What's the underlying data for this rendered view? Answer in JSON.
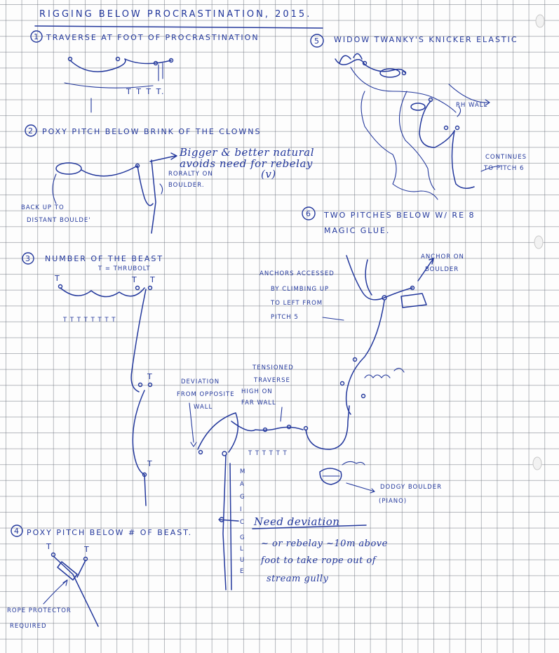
{
  "title": "RIGGING BELOW PROCRASTINATION, 2015.",
  "sections": [
    {
      "num": "1",
      "title": "TRAVERSE AT FOOT OF PROCRASTINATION",
      "marks": "T T T T."
    },
    {
      "num": "2",
      "title": "POXY PITCH BELOW BRINK OF THE CLOWNS",
      "note1": "Bigger & better natural",
      "note2": "avoids need for rebelay",
      "note3": "(v)",
      "annot_a": "RORALTY ON",
      "annot_b": "BOULDER.",
      "annot_c": "BACK UP TO",
      "annot_d": "DISTANT BOULDE'"
    },
    {
      "num": "3",
      "title": "NUMBER OF THE BEAST",
      "legend": "T = THRUBOLT",
      "t_label": "T",
      "marks": "T T T T T T T T",
      "anchors_1": "ANCHORS ACCESSED",
      "anchors_2": "BY CLIMBING UP",
      "anchors_3": "TO LEFT FROM",
      "anchors_4": "PITCH 5",
      "anchor_boulder_1": "ANCHOR ON",
      "anchor_boulder_2": "BOULDER",
      "dev_1": "DEVIATION",
      "dev_2": "FROM OPPOSITE",
      "dev_3": "WALL",
      "tens_1": "TENSIONED",
      "tens_2": "TRAVERSE",
      "tens_3": "HIGH ON",
      "tens_4": "FAR WALL",
      "traverse_marks": "T T T T T T",
      "vertical": [
        "M",
        "A",
        "G",
        "I",
        "C"
      ],
      "dodgy_1": "DODGY BOULDER",
      "dodgy_2": "(PIANO)",
      "need": "Need deviation",
      "need_2": "~ or rebelay ~10m above",
      "need_3": "foot to take rope out of",
      "need_4": "stream gully",
      "lower_vertical": [
        "G",
        "L",
        "U",
        "E"
      ]
    },
    {
      "num": "4",
      "title": "POXY PITCH BELOW # OF BEAST.",
      "rope_1": "ROPE PROTECTOR",
      "rope_2": "REQUIRED"
    },
    {
      "num": "5",
      "title": "WIDOW TWANKY'S KNICKER ELASTIC",
      "rh": "RH WALL",
      "cont_1": "CONTINUES",
      "cont_2": "TO PITCH 6"
    },
    {
      "num": "6",
      "title": "TWO PITCHES BELOW W/ RE 8",
      "title_2": "MAGIC GLUE."
    }
  ]
}
